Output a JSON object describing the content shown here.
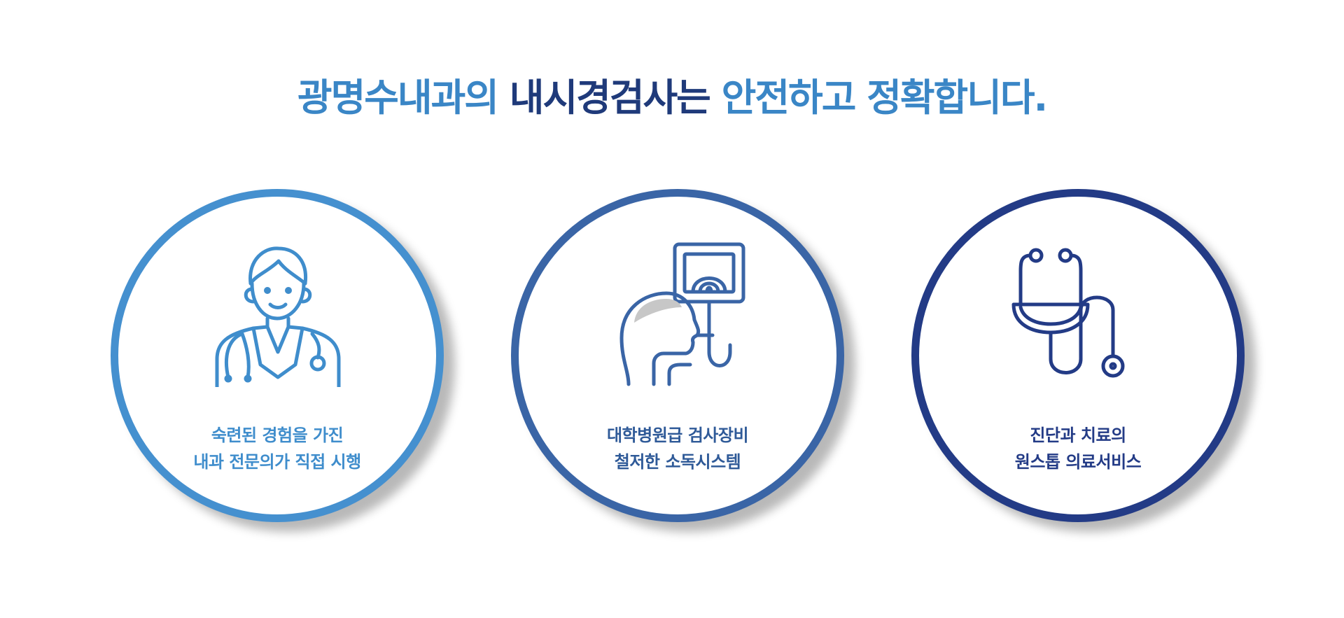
{
  "headline": {
    "part1": "광명수내과의 ",
    "part2": "내시경검사는 ",
    "part3": "안전하고 정확합니다."
  },
  "colors": {
    "light_blue": "#3f8dcc",
    "mid_blue": "#3a65a6",
    "navy": "#233b86"
  },
  "features": [
    {
      "icon": "doctor-icon",
      "line1": "숙련된 경험을 가진",
      "line2": "내과 전문의가 직접 시행"
    },
    {
      "icon": "endoscopy-monitor-icon",
      "line1": "대학병원급 검사장비",
      "line2": "철저한 소독시스템"
    },
    {
      "icon": "stethoscope-icon",
      "line1": "진단과 치료의",
      "line2": "원스톱 의료서비스"
    }
  ]
}
